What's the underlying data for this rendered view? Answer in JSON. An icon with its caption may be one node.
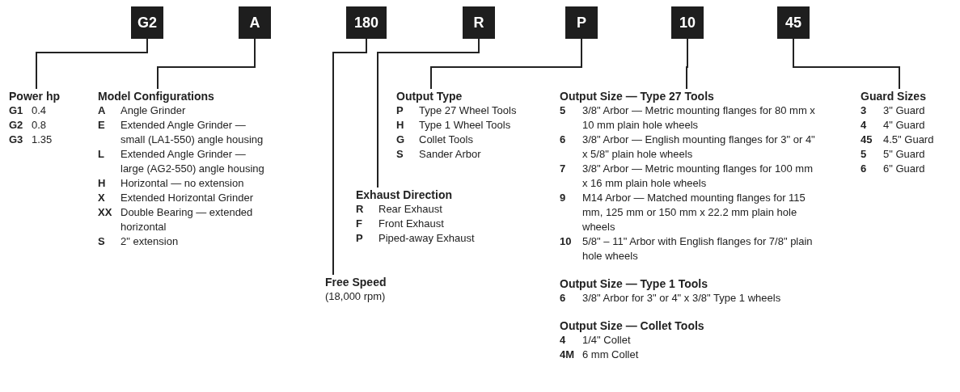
{
  "diagram": {
    "nodes": [
      {
        "text": [
          "G2"
        ]
      },
      {
        "text": [
          "A"
        ]
      },
      {
        "text": [
          "180"
        ]
      },
      {
        "text": [
          "R"
        ]
      },
      {
        "text": [
          "P"
        ]
      },
      {
        "text": [
          "10"
        ]
      },
      {
        "text": [
          "45"
        ]
      },
      {
        "text": [
          "Power hp",
          "G1",
          "0.4",
          "G2",
          "0.8",
          "G3",
          "1.35"
        ]
      },
      {
        "text": [
          "Model Configurations",
          "A",
          "Angle Grinder",
          "E",
          "Extended Angle Grinder — small (LA1-550) angle housing",
          "L",
          "Extended Angle Grinder — large (AG2-550) angle housing",
          "H",
          "Horizontal — no extension",
          "X",
          "Extended Horizontal Grinder",
          "XX",
          "Double Bearing — extended horizontal",
          "S",
          "2\" extension"
        ]
      },
      {
        "text": [
          "Output Type",
          "P",
          "Type 27 Wheel Tools",
          "H",
          "Type 1 Wheel Tools",
          "G",
          "Collet Tools",
          "S",
          "Sander Arbor"
        ]
      },
      {
        "text": [
          "Exhaust Direction",
          "R",
          "Rear Exhaust",
          "F",
          "Front Exhaust",
          "P",
          "Piped-away Exhaust"
        ]
      },
      {
        "text": [
          "Free Speed",
          "(18,000 rpm)"
        ]
      },
      {
        "text": [
          "Output Size — Type 27 Tools",
          "5",
          "3/8\" Arbor — Metric mounting flanges for 80 mm x 10 mm plain hole wheels",
          "6",
          "3/8\" Arbor — English mounting flanges for 3\" or 4\" x 5/8\" plain hole wheels",
          "7",
          "3/8\" Arbor — Metric mounting flanges for 100 mm x 16 mm plain hole wheels",
          "9",
          "M14 Arbor — Matched mounting flanges for 115 mm, 125 mm or 150 mm x 22.2 mm plain hole wheels",
          "10",
          "5/8\" – 11\" Arbor with English flanges for 7/8\" plain hole wheels"
        ]
      },
      {
        "text": [
          "Output Size — Type 1 Tools",
          "6",
          "3/8\" Arbor for 3\" or 4\" x 3/8\" Type 1 wheels"
        ]
      },
      {
        "text": [
          "Output Size — Collet Tools",
          "4",
          "1/4\" Collet",
          "4M",
          "6 mm Collet"
        ]
      },
      {
        "text": [
          "Guard Sizes",
          "3",
          "3\" Guard",
          "4",
          "4\" Guard",
          "45",
          "4.5\" Guard",
          "5",
          "5\" Guard",
          "6",
          "6\" Guard"
        ]
      }
    ],
    "edges": [
      {
        "from": 0,
        "to": 7,
        "arrow": "none"
      },
      {
        "from": 1,
        "to": 8,
        "arrow": "none"
      },
      {
        "from": 2,
        "to": 11,
        "arrow": "none"
      },
      {
        "from": 3,
        "to": 10,
        "arrow": "none"
      },
      {
        "from": 4,
        "to": 9,
        "arrow": "none"
      },
      {
        "from": 5,
        "to": 12,
        "arrow": "none"
      },
      {
        "from": 6,
        "to": 15,
        "arrow": "none"
      }
    ]
  }
}
